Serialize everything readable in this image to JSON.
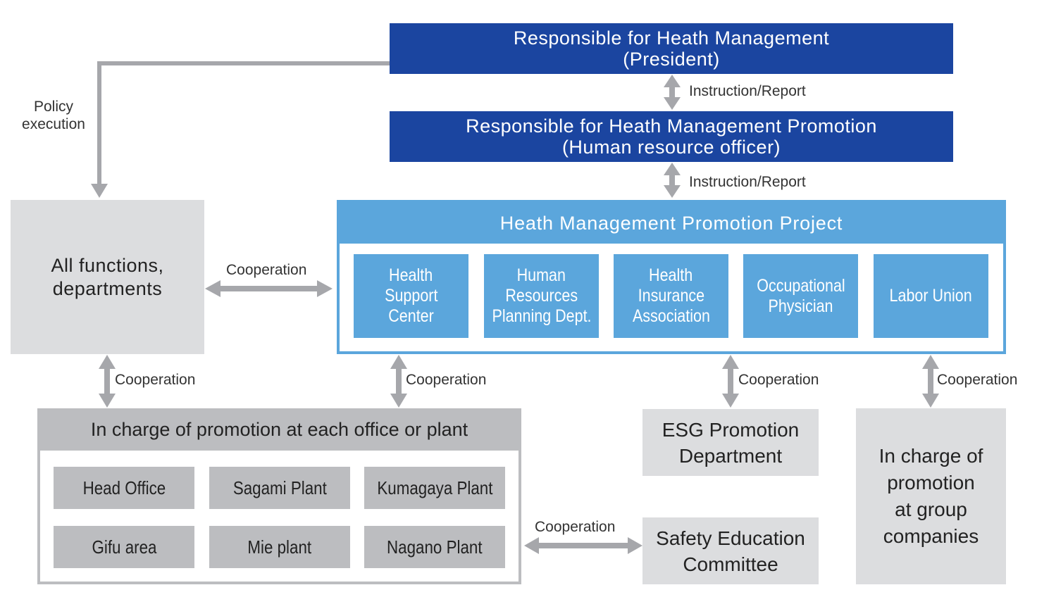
{
  "top": {
    "president_box": {
      "line1": "Responsible for Heath Management",
      "line2": "(President)"
    },
    "promotion_box": {
      "line1": "Responsible for Heath Management Promotion",
      "line2": "(Human resource officer)"
    },
    "link_labels": [
      "Instruction/Report",
      "Instruction/Report"
    ]
  },
  "policy": {
    "line1": "Policy",
    "line2": "execution"
  },
  "all_functions": {
    "line1": "All functions,",
    "line2": "departments"
  },
  "cooperation_label": "Cooperation",
  "project": {
    "title": "Heath Management Promotion Project",
    "members": [
      {
        "lines": [
          "Health",
          "Support",
          "Center"
        ]
      },
      {
        "lines": [
          "Human",
          "Resources",
          "Planning Dept."
        ]
      },
      {
        "lines": [
          "Health",
          "Insurance",
          "Association"
        ]
      },
      {
        "lines": [
          "Occupational",
          "Physician"
        ]
      },
      {
        "lines": [
          "Labor Union"
        ]
      }
    ]
  },
  "offices": {
    "title": "In charge of promotion at each office or plant",
    "sites": [
      "Head Office",
      "Sagami Plant",
      "Kumagaya Plant",
      "Gifu area",
      "Mie plant",
      "Nagano Plant"
    ]
  },
  "esg": {
    "line1": "ESG Promotion",
    "line2": "Department"
  },
  "safety": {
    "line1": "Safety Education",
    "line2": "Committee"
  },
  "group": {
    "lines": [
      "In charge of",
      "promotion",
      "at group",
      "companies"
    ]
  },
  "colors": {
    "navy": "#1b45a0",
    "project_blue": "#5ba6dc",
    "light_gray": "#dcdddf",
    "mid_gray": "#bcbdc0",
    "arrow_gray": "#a6a7ab"
  }
}
